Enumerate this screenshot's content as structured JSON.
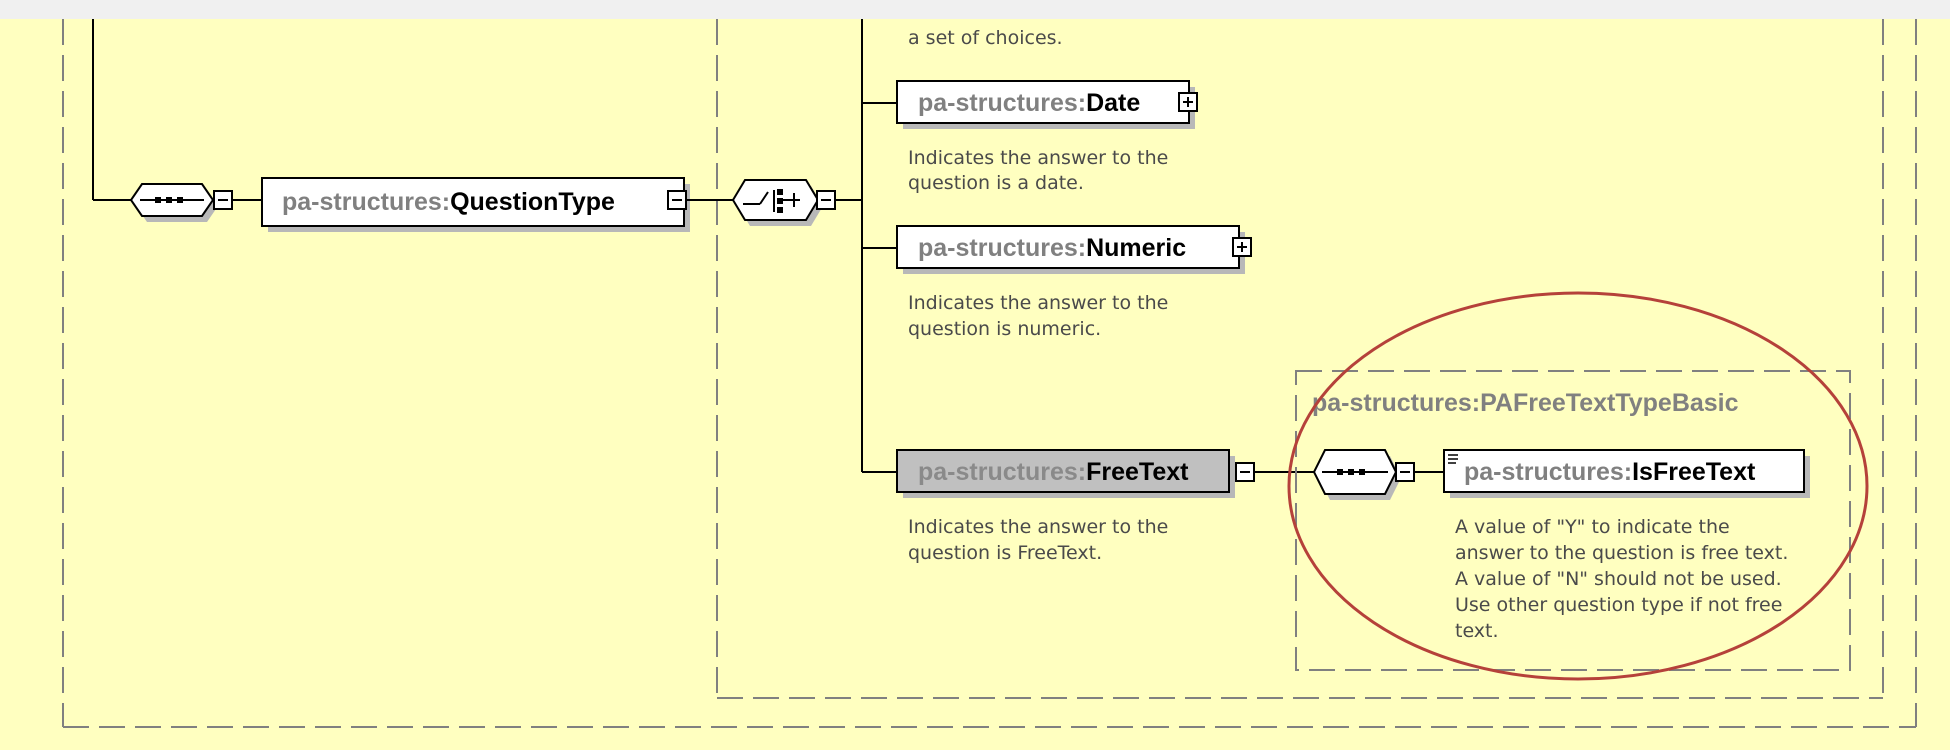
{
  "colors": {
    "background": "#ffffc0",
    "box_fill": "#ffffff",
    "box_selected_fill": "#c0c0c0",
    "shadow": "#b8b8b8",
    "line": "#000000",
    "dashed": "#808080",
    "highlight_ellipse": "#b5413a",
    "namespace_text": "#808080",
    "doc_text": "#4a4a4a"
  },
  "diagram": {
    "top_doc_fragment": "a set of choices.",
    "question_type": {
      "prefix": "pa-structures:",
      "name": "QuestionType",
      "expander": "−"
    },
    "date": {
      "prefix": "pa-structures:",
      "name": "Date",
      "expander": "+",
      "doc": [
        "Indicates the answer to the",
        "question is a date."
      ]
    },
    "numeric": {
      "prefix": "pa-structures:",
      "name": "Numeric",
      "expander": "+",
      "doc": [
        "Indicates the answer to the",
        "question is numeric."
      ]
    },
    "free_text": {
      "prefix": "pa-structures:",
      "name": "FreeText",
      "expander": "−",
      "doc": [
        "Indicates the answer to the",
        "question is FreeText."
      ]
    },
    "complex_type": {
      "title": "pa-structures:PAFreeTextTypeBasic"
    },
    "is_free_text": {
      "prefix": "pa-structures:",
      "name": "IsFreeText",
      "doc": [
        "A value of \"Y\" to indicate the",
        "answer to the question is free text.",
        "A value of \"N\" should not be used.",
        "Use other question type if not free",
        "text."
      ]
    },
    "compositors": {
      "sequence_icon": "sequence-icon",
      "choice_icon": "choice-icon",
      "collapse_glyph": "−"
    }
  }
}
